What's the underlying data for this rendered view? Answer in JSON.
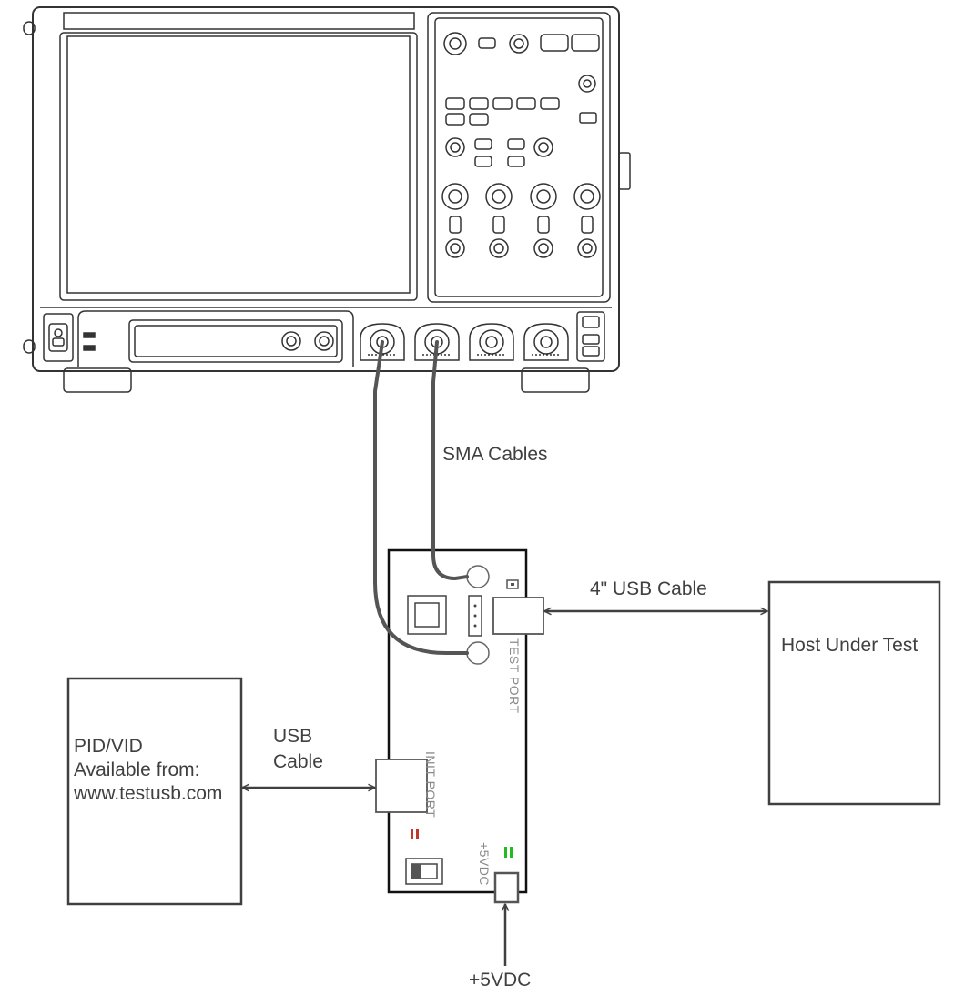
{
  "labels": {
    "sma_cables": "SMA Cables",
    "usb_cable_4in": "4\" USB Cable",
    "host_under_test": "Host Under Test",
    "usb_cable_line1": "USB",
    "usb_cable_line2": "Cable",
    "pidvid_line1": "PID/VID",
    "pidvid_line2": "Available from:",
    "pidvid_line3": "www.testusb.com",
    "power_input": "+5VDC"
  },
  "board": {
    "test_port": "TEST PORT",
    "init_port": "INIT PORT",
    "power_port": "+5VDC"
  },
  "colors": {
    "line": "#404040",
    "device": "#333333",
    "cable": "#555555",
    "led_red": "#c0392b",
    "led_green": "#22bb22",
    "board_text": "#8a8a8a"
  }
}
